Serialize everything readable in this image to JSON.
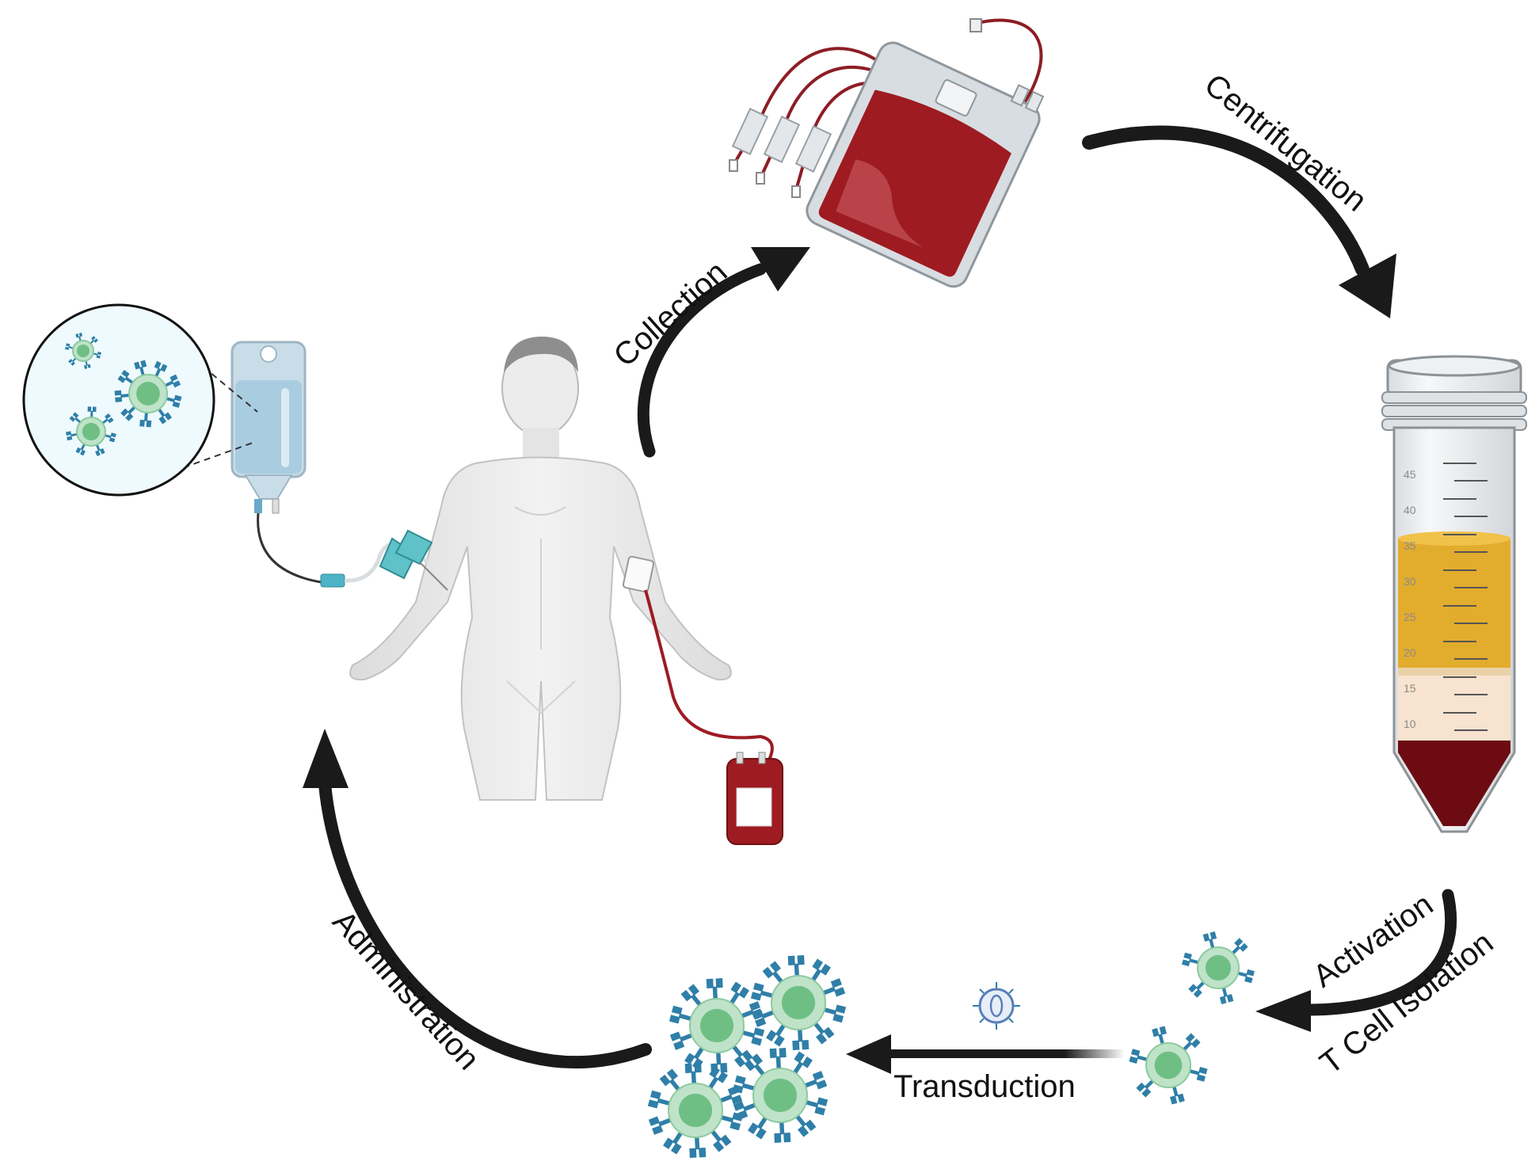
{
  "labels": {
    "collection": "Collection",
    "centrifugation": "Centrifugation",
    "activation": "Activation",
    "t_cell_isolation": "T Cell Isolation",
    "transduction": "Transduction",
    "administration": "Administration"
  },
  "tube_scale": [
    "45",
    "40",
    "35",
    "30",
    "25",
    "20",
    "15",
    "10"
  ],
  "colors": {
    "arrow": "#1a1a1a",
    "blood": "#9e1b22",
    "plasma": "#e2ac2c",
    "buffy_coat": "#f7e3cf",
    "rbc": "#6c0c12",
    "cell": "#6fbf85",
    "receptor": "#2f7fa8",
    "iv_fluid": "#a9cde0",
    "skin": "#ececec"
  }
}
